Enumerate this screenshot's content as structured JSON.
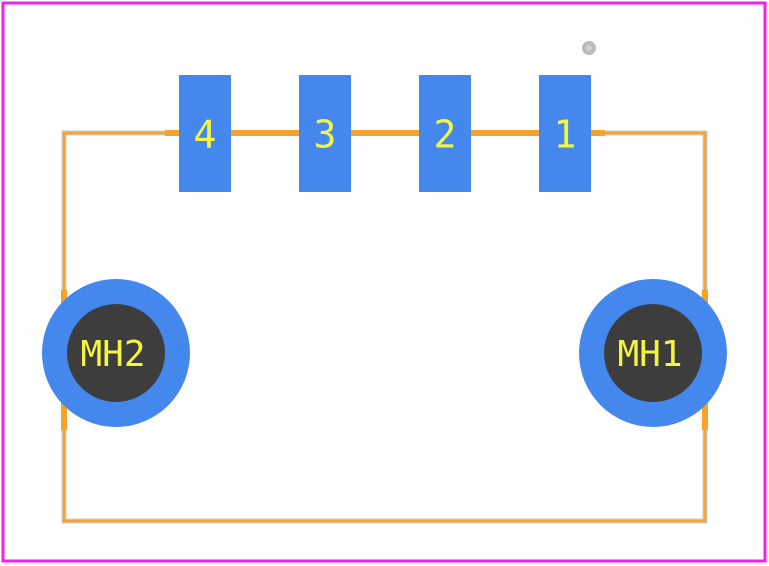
{
  "colors": {
    "background": "#ffffff",
    "board_outline": "#ee22ee",
    "silkscreen": "#f5a32a",
    "silkscreen_edge": "#c8c8c8",
    "pad": "#4488ee",
    "hole": "#3d3d3d",
    "label": "#f4f442",
    "pin1_marker": "#bbbbbb"
  },
  "pads": [
    {
      "label": "4"
    },
    {
      "label": "3"
    },
    {
      "label": "2"
    },
    {
      "label": "1"
    }
  ],
  "mounting_holes": [
    {
      "label": "MH2"
    },
    {
      "label": "MH1"
    }
  ]
}
